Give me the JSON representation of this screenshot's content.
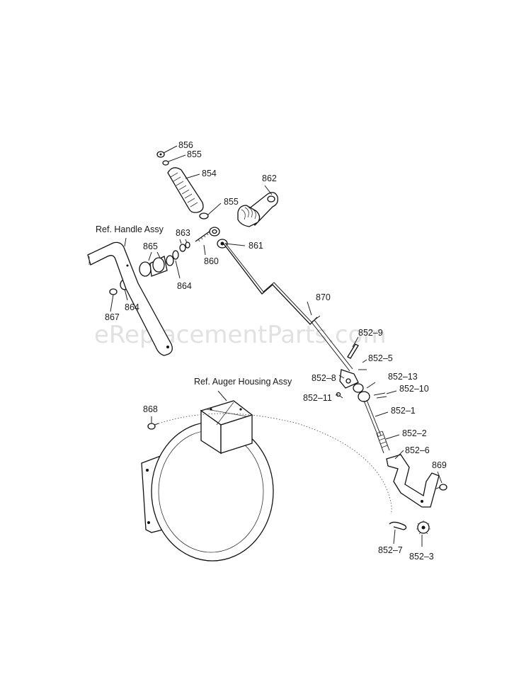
{
  "watermark": "eReplacementParts.com",
  "refs": {
    "handle": "Ref. Handle Assy",
    "auger": "Ref. Auger Housing Assy"
  },
  "labels": {
    "p856": "856",
    "p855a": "855",
    "p854": "854",
    "p862": "862",
    "p855b": "855",
    "p863": "863",
    "p865": "865",
    "p861": "861",
    "p860": "860",
    "p864a": "864",
    "p864b": "864",
    "p867": "867",
    "p870": "870",
    "p852_9": "852–9",
    "p852_5": "852–5",
    "p852_13": "852–13",
    "p852_8": "852–8",
    "p852_10": "852–10",
    "p852_11": "852–11",
    "p852_1": "852–1",
    "p852_2": "852–2",
    "p852_6": "852–6",
    "p868": "868",
    "p869": "869",
    "p852_7": "852–7",
    "p852_3": "852–3"
  }
}
